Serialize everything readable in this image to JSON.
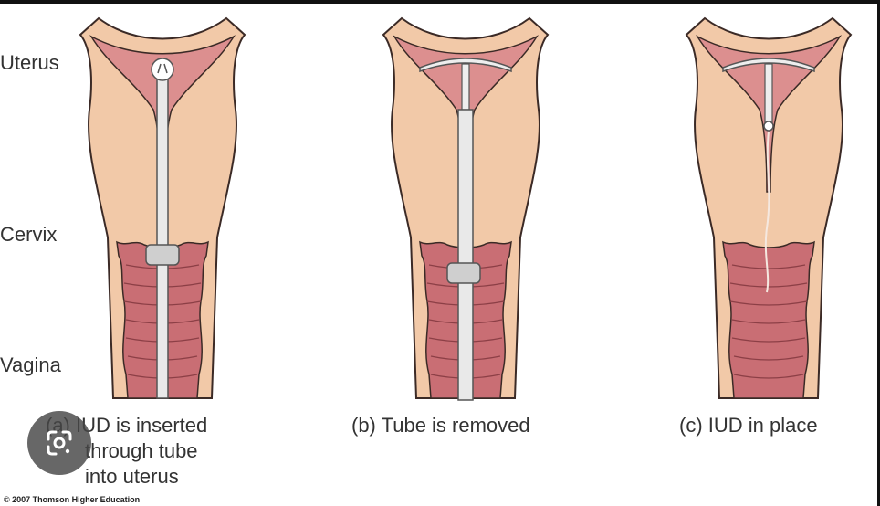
{
  "labels": {
    "uterus": "Uterus",
    "cervix": "Cervix",
    "vagina": "Vagina"
  },
  "captions": {
    "a_line1": "(a) IUD is inserted",
    "a_line2": "through tube",
    "a_line3": "into uterus",
    "b": "(b) Tube is removed",
    "c": "(c) IUD in place"
  },
  "copyright": "© 2007 Thomson Higher Education",
  "icons": {
    "lens": "google-lens-icon"
  },
  "colors": {
    "tissue": "#f2c9a8",
    "cavity": "#dc8f8f",
    "vaginal_wall": "#c96e74",
    "outline": "#3b2a26",
    "device": "#e9e9e9"
  }
}
